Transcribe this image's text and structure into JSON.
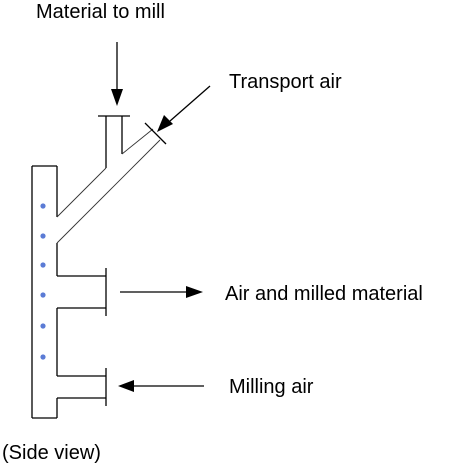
{
  "labels": {
    "material_to_mill": "Material to mill",
    "transport_air": "Transport air",
    "air_and_milled_material": "Air and milled material",
    "milling_air": "Milling air",
    "side_view": "(Side view)"
  },
  "colors": {
    "line": "#000000",
    "nozzle_dot": "#5b7bd5"
  }
}
